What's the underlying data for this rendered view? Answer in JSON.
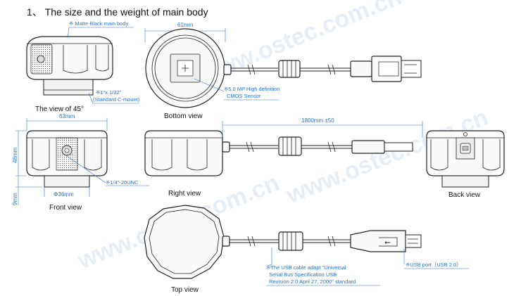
{
  "heading": "1、 The size and the weight of main body",
  "watermark": "www.ostec.com.cn",
  "views": {
    "view45": "The view of 45°",
    "bottom": "Bottom view",
    "front": "Front view",
    "right": "Right view",
    "back": "Back view",
    "top": "Top view"
  },
  "notes": {
    "matte": "※ Matte Black main body",
    "mount_1": "※1\"x 1/32\"",
    "mount_2": "(Standard C-mount)",
    "sensor_1": "※5.0 MP High definition",
    "sensor_2": "CMOS Sensor",
    "thread": "※1/4\"-20UNC",
    "usb_cable_1": "※The USB cable adapt \"Universal",
    "usb_cable_2": "Serial Bus Specification USB",
    "usb_cable_3": "Revision 2.0 April 27, 2000\" standard",
    "usb_port": "※USB port（USB 2.0）"
  },
  "dimensions": {
    "bottom_width": "61mm",
    "front_width": "63mm",
    "front_height": "48mm",
    "mount_height": "9mm",
    "mount_diameter": "Φ36mm",
    "cable_length": "1800mm ±50"
  }
}
